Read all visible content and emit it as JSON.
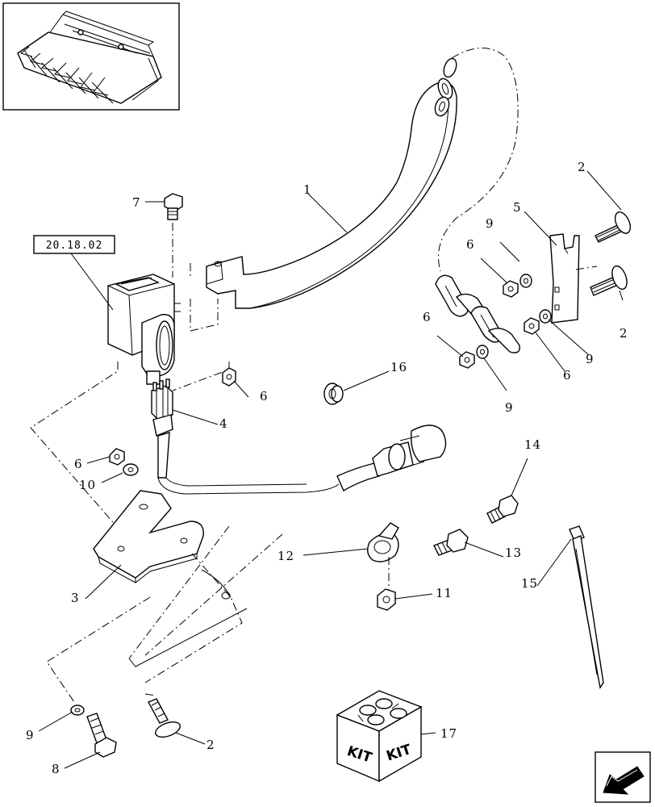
{
  "reference_box": {
    "label": "20.18.02"
  },
  "kit_box": {
    "label_left": "KIT",
    "label_right": "KIT"
  },
  "callouts": {
    "c1": "1",
    "c2a": "2",
    "c2b": "2",
    "c2c": "2",
    "c3": "3",
    "c4": "4",
    "c5": "5",
    "c6a": "6",
    "c6b": "6",
    "c6c": "6",
    "c6d": "6",
    "c6e": "6",
    "c7": "7",
    "c8": "8",
    "c9a": "9",
    "c9b": "9",
    "c9c": "9",
    "c9d": "9",
    "c10": "10",
    "c11": "11",
    "c12": "12",
    "c13": "13",
    "c14": "14",
    "c15": "15",
    "c16": "16",
    "c17": "17"
  },
  "icons": {
    "thumbnail": "corn-header-thumbnail-icon",
    "navigation": "previous-page-arrow-icon"
  }
}
